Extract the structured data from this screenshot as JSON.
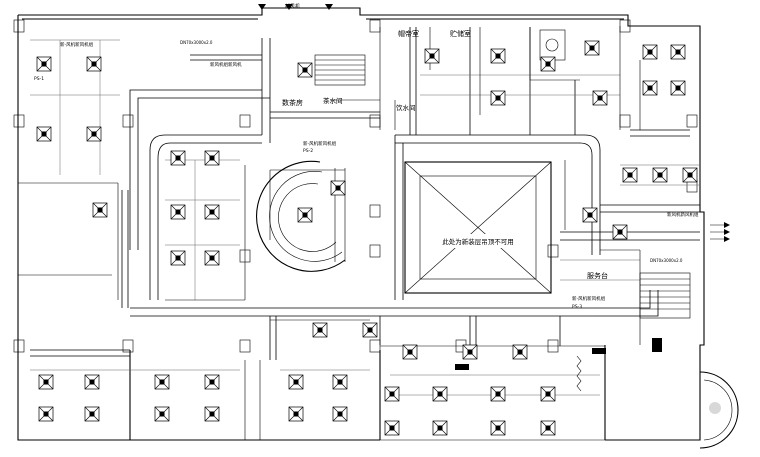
{
  "labels": {
    "room_changmaoshi": "帽帝室",
    "room_chuzhishi": "贮储室",
    "room_shuichafang": "数茶房",
    "room_yinshui": "茶水间",
    "room_tuiliang": "饮水间",
    "room_fuwutai": "服务台",
    "void_note": "此处为新装层吊顶不可用",
    "top_note": "新风机",
    "unit_left": "新-风机新风机组",
    "unit_left_code": "PS-1",
    "unit_mid": "新风机组新风机",
    "unit_center": "新-风机新风机组",
    "unit_center_code": "PS-2",
    "unit_right": "新-风机新风机组",
    "unit_right_code": "PS-3",
    "unit_far_right": "新风机新风机组",
    "duct_spec_left": "DN70x3000x2.0",
    "duct_spec_right": "DN70x3000x2.0"
  }
}
